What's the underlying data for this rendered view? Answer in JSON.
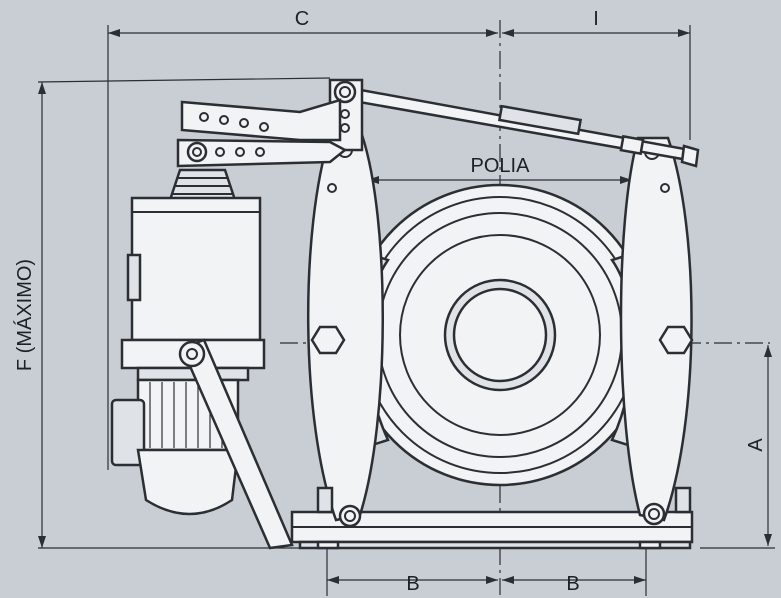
{
  "labels": {
    "c": "C",
    "i": "I",
    "polia": "POLIA",
    "f": "F (MÁXIMO)",
    "a": "A",
    "b_left": "B",
    "b_right": "B"
  }
}
